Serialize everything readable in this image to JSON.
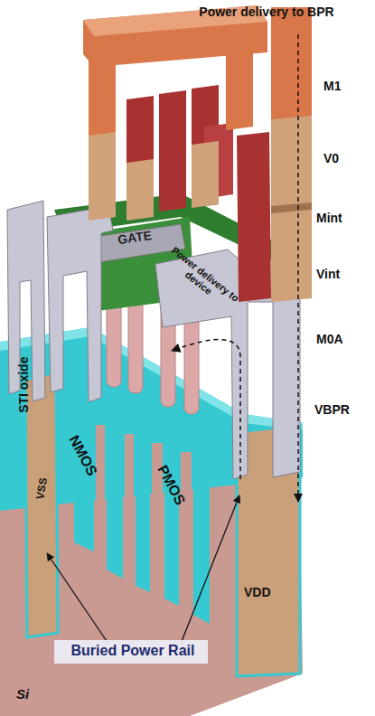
{
  "diagram": {
    "labels": [
      "Power delivery to BPR",
      "M1",
      "V0",
      "Mint",
      "Vint",
      "M0A",
      "VBPR",
      "GATE",
      "Power delivery to device",
      "STI oxide",
      "NMOS",
      "PMOS",
      "VSS",
      "VDD",
      "Si",
      "Buried Power Rail"
    ]
  }
}
